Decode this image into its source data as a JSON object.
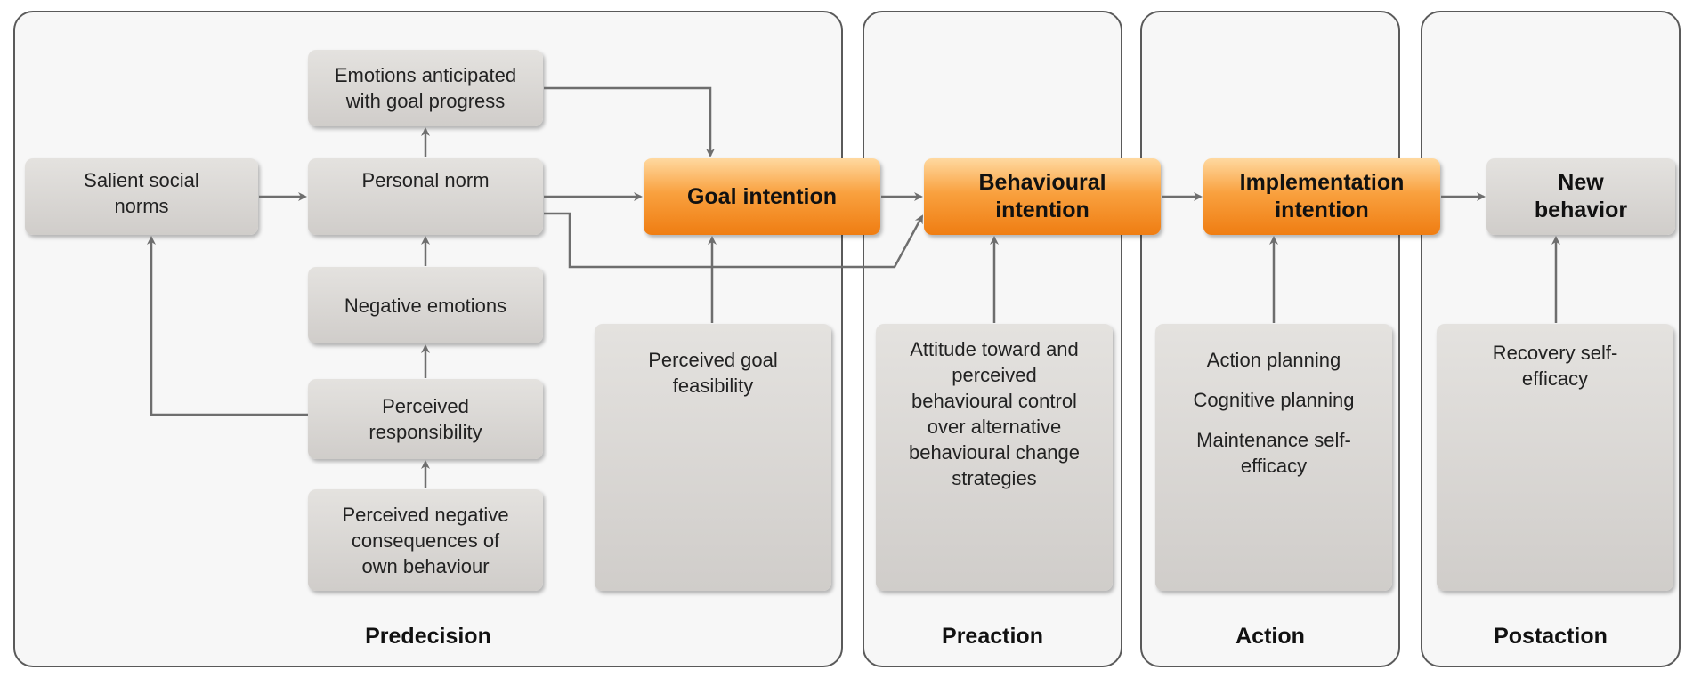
{
  "stages": {
    "predecision": "Predecision",
    "preaction": "Preaction",
    "action": "Action",
    "postaction": "Postaction"
  },
  "boxes": {
    "salient_social_norms": [
      "Salient social",
      "norms"
    ],
    "emotions_anticipated": [
      "Emotions anticipated",
      "with goal progress"
    ],
    "personal_norm": [
      "Personal norm"
    ],
    "negative_emotions": [
      "Negative emotions"
    ],
    "perceived_responsibility": [
      "Perceived",
      "responsibility"
    ],
    "perceived_negative_consequences": [
      "Perceived negative",
      "consequences of",
      "own behaviour"
    ],
    "goal_intention": [
      "Goal intention"
    ],
    "perceived_goal_feasibility": [
      "Perceived goal",
      "feasibility"
    ],
    "behavioural_intention": [
      "Behavioural",
      "intention"
    ],
    "attitude_toward": [
      "Attitude toward and",
      "perceived",
      "behavioural control",
      "over alternative",
      "behavioural change",
      "strategies"
    ],
    "implementation_intention": [
      "Implementation",
      "intention"
    ],
    "action_planning": "Action planning",
    "cognitive_planning": "Cognitive planning",
    "maintenance_self_efficacy": [
      "Maintenance self-",
      "efficacy"
    ],
    "new_behavior": [
      "New",
      "behavior"
    ],
    "recovery_self_efficacy": [
      "Recovery self-",
      "efficacy"
    ]
  },
  "colors": {
    "intention_box": "#f39a36",
    "neutral_box": "#d7d4d1",
    "arrow": "#6e6e6e",
    "panel_border": "#5a5a5a"
  }
}
